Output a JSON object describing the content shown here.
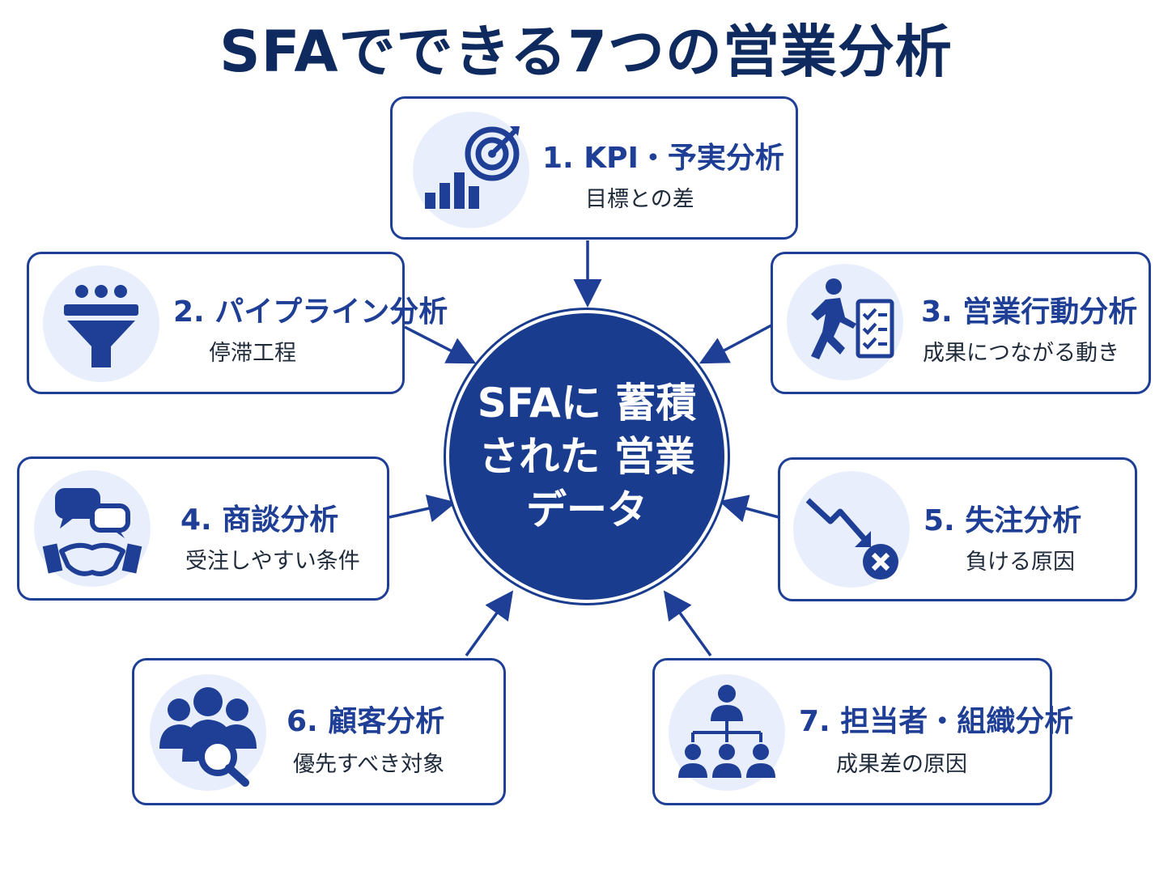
{
  "title": "SFAでできる7つの営業分析",
  "hub": {
    "text": "SFAに 蓄積された 営業データ"
  },
  "cards": [
    {
      "title": "1. KPI・予実分析",
      "subtitle": "目標との差",
      "icon": "target-chart-icon"
    },
    {
      "title": "2. パイプライン分析",
      "subtitle": "停滞工程",
      "icon": "funnel-icon"
    },
    {
      "title": "3. 営業行動分析",
      "subtitle": "成果につながる動き",
      "icon": "running-checklist-icon"
    },
    {
      "title": "4. 商談分析",
      "subtitle": "受注しやすい条件",
      "icon": "chat-handshake-icon"
    },
    {
      "title": "5. 失注分析",
      "subtitle": "負ける原因",
      "icon": "downtrend-x-icon"
    },
    {
      "title": "6. 顧客分析",
      "subtitle": "優先すべき対象",
      "icon": "people-search-icon"
    },
    {
      "title": "7. 担当者・組織分析",
      "subtitle": "成果差の原因",
      "icon": "org-chart-icon"
    }
  ],
  "colors": {
    "primary": "#1e3f95",
    "hub": "#1a3c8f",
    "icon_bg": "#e8eefb",
    "title": "#0f2a5e"
  }
}
